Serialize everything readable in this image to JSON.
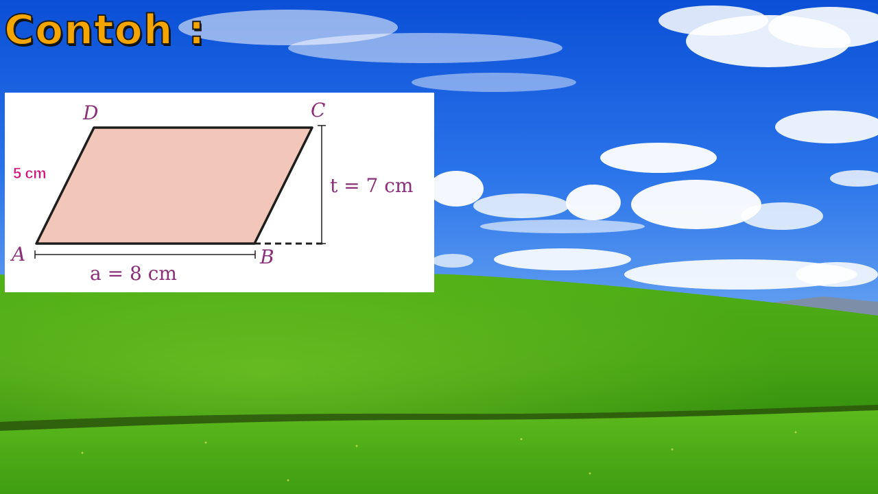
{
  "slide": {
    "title": "Contoh :",
    "title_color": "#f5a500"
  },
  "diagram": {
    "shape": "parallelogram",
    "fill_color": "#f2c6b8",
    "label_color": "#8a2f7a",
    "vertices": {
      "a": "A",
      "b": "B",
      "c": "C",
      "d": "D"
    },
    "base_label": "a = 8 cm",
    "height_label": "t = 7 cm",
    "side_label": "5 cm",
    "side_label_color": "#d4147a"
  }
}
